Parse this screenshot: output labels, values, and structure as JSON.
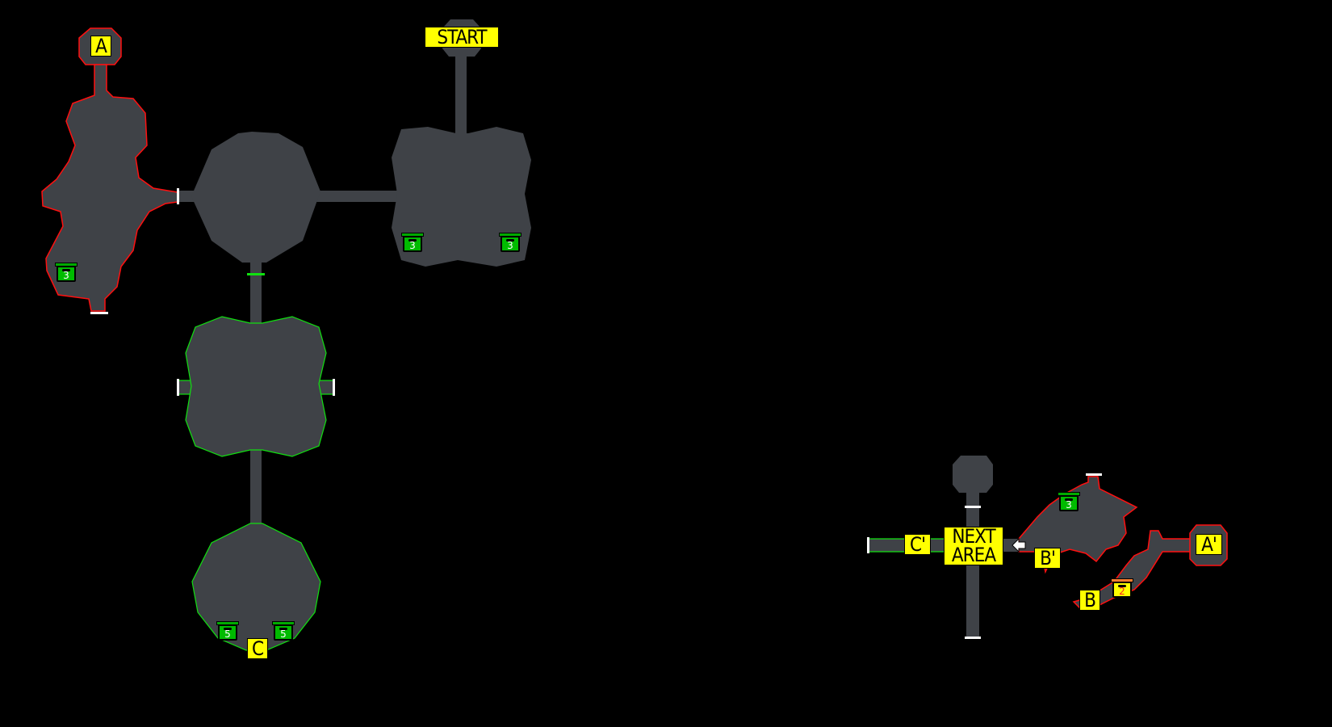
{
  "labels": {
    "start": "START",
    "a": "A",
    "c": "C",
    "next_area_line1": "NEXT",
    "next_area_line2": "AREA",
    "c_prime": "C'",
    "b_prime": "B'",
    "b": "B",
    "a_prime": "A'"
  },
  "chests": [
    {
      "count": "3",
      "type": "green"
    },
    {
      "count": "3",
      "type": "green"
    },
    {
      "count": "3",
      "type": "green"
    },
    {
      "count": "5",
      "type": "green"
    },
    {
      "count": "5",
      "type": "green"
    },
    {
      "count": "3",
      "type": "green"
    },
    {
      "count": "2",
      "type": "orange"
    }
  ],
  "colors": {
    "room": "#3f4247",
    "locked_border": "#ff1010",
    "cleared_border": "#10e010",
    "label": "#ffff00"
  }
}
